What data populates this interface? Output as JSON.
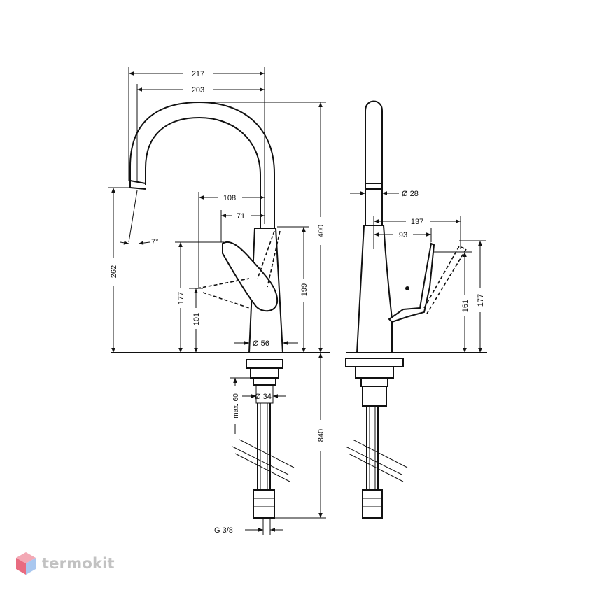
{
  "dimensions": {
    "d217": "217",
    "d203": "203",
    "d108": "108",
    "d71": "71",
    "d7deg": "7°",
    "d262": "262",
    "d177_left": "177",
    "d101": "101",
    "d199": "199",
    "d400": "400",
    "d56": "Ø 56",
    "d34": "Ø 34",
    "dmax60": "max. 60",
    "d840": "840",
    "dg38": "G 3/8",
    "d28": "Ø 28",
    "d137": "137",
    "d93": "93",
    "d161": "161",
    "d177_right": "177"
  },
  "watermark": {
    "text": "termokit",
    "colors": {
      "top": "#f3a9b5",
      "left": "#e86b80",
      "right": "#a9c7ef"
    }
  }
}
